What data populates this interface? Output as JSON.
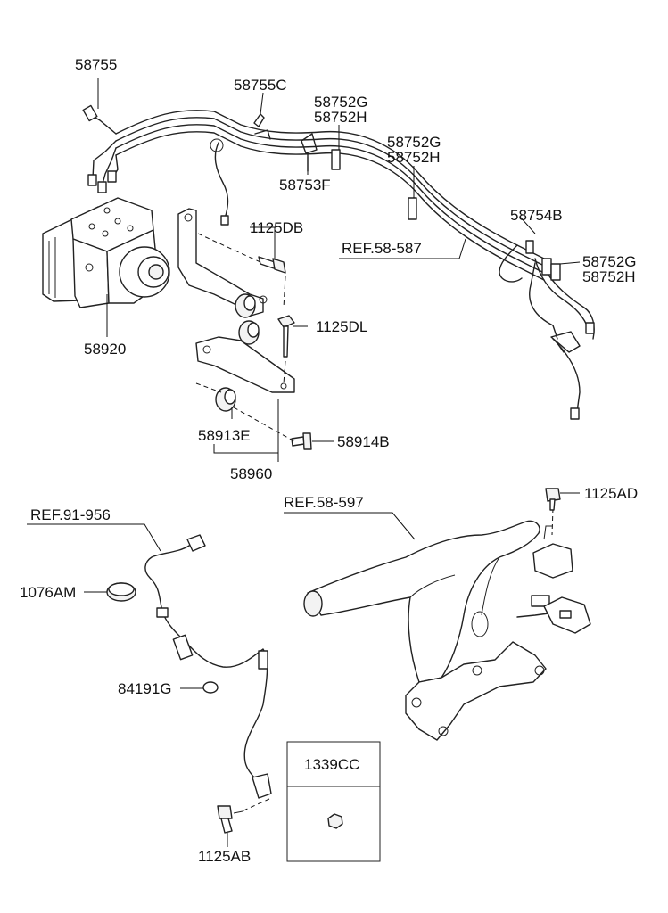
{
  "labels": {
    "58755": "58755",
    "58755C": "58755C",
    "58752G_a": "58752G",
    "58752H_a": "58752H",
    "58752G_b": "58752G",
    "58752H_b": "58752H",
    "58753F": "58753F",
    "58754B": "58754B",
    "58752G_c": "58752G",
    "58752H_c": "58752H",
    "1125DB": "1125DB",
    "ref_58_587": "REF.58-587",
    "58920": "58920",
    "1125DL": "1125DL",
    "58913E": "58913E",
    "58914B": "58914B",
    "58960": "58960",
    "ref_91_956": "REF.91-956",
    "ref_58_597": "REF.58-597",
    "1125AD": "1125AD",
    "1076AM": "1076AM",
    "84191G": "84191G",
    "1339CC": "1339CC",
    "1125AB": "1125AB"
  },
  "icons": {
    "abs_module": "abs-hydraulic-unit-icon",
    "brake_lines": "brake-tube-assembly-icon",
    "bracket": "abs-bracket-icon",
    "parking_lever": "parking-brake-lever-icon",
    "wheel_sensor": "wheel-speed-sensor-icon",
    "nut": "hex-nut-icon"
  }
}
